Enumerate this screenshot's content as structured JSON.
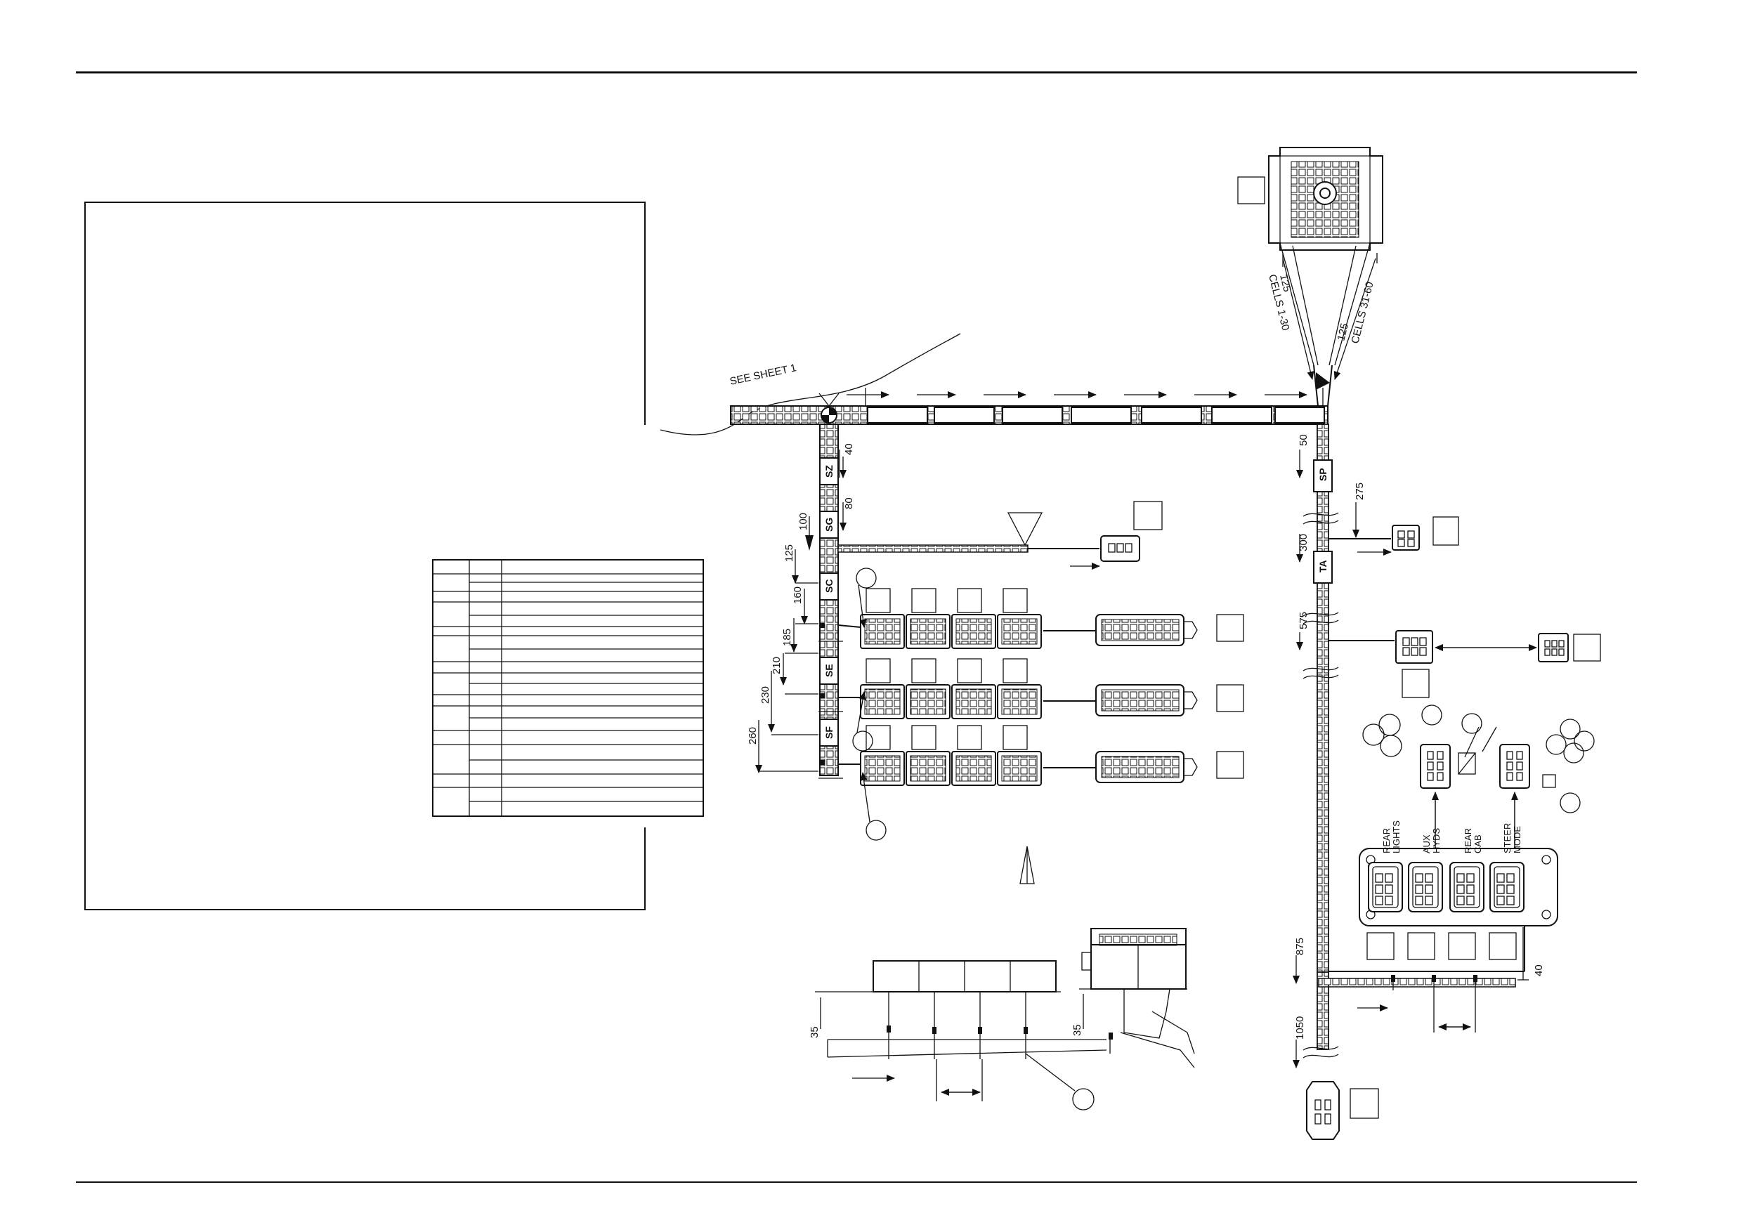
{
  "sheet_reference": "SEE SHEET 1",
  "ecu_branches": [
    {
      "length": "125",
      "label": "CELLS 1-30"
    },
    {
      "length": "125",
      "label": "CELLS 31-60"
    }
  ],
  "left_trunk_dimensions": [
    "40",
    "80",
    "100",
    "125",
    "160",
    "185",
    "210",
    "230",
    "260"
  ],
  "left_splices": [
    "SZ",
    "SG",
    "SC",
    "SE",
    "SF"
  ],
  "right_trunk_dimensions": [
    "50",
    "275",
    "300",
    "575",
    "875",
    "1050"
  ],
  "right_splices": [
    "SP",
    "TA"
  ],
  "panel_connectors": [
    {
      "label_line1": "REAR",
      "label_line2": "LIGHTS"
    },
    {
      "label_line1": "AUX",
      "label_line2": "HYDS"
    },
    {
      "label_line1": "REAR",
      "label_line2": "CAB"
    },
    {
      "label_line1": "STEER",
      "label_line2": "MODE"
    }
  ],
  "panel_dimension": "40",
  "detail_dimensions": [
    "35",
    "35"
  ]
}
